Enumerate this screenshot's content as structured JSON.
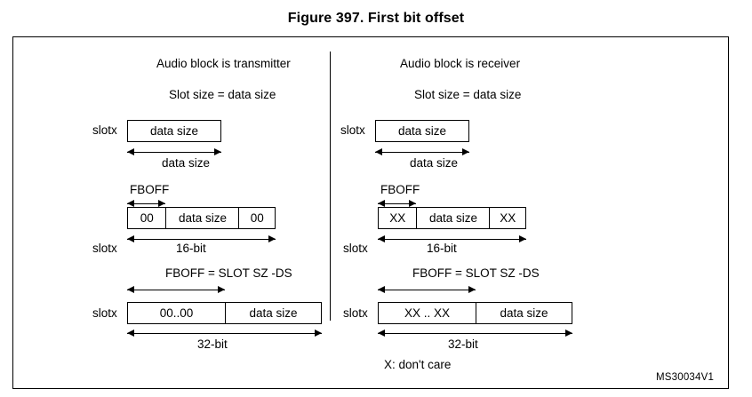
{
  "figure": {
    "title": "Figure 397. First bit offset",
    "watermark": "MS30034V1",
    "note": "X: don't care"
  },
  "panels": [
    {
      "id": "transmitter",
      "heading": "Audio block is transmitter",
      "subheading": "Slot size = data size",
      "rows": [
        {
          "id": "tx-row-1",
          "slot_label": "slotx",
          "cells": [
            "data size"
          ],
          "bottom_caption": "data size"
        },
        {
          "id": "tx-row-2",
          "slot_label": "slotx",
          "top_caption": "FBOFF",
          "cells": [
            "00",
            "data size",
            "00"
          ],
          "bottom_caption": "16-bit"
        },
        {
          "id": "tx-row-3",
          "slot_label": "slotx",
          "top_caption": "FBOFF = SLOT SZ -DS",
          "cells": [
            "00..00",
            "data size"
          ],
          "bottom_caption": "32-bit"
        }
      ]
    },
    {
      "id": "receiver",
      "heading": "Audio block is receiver",
      "subheading": "Slot size = data size",
      "rows": [
        {
          "id": "rx-row-1",
          "slot_label": "slotx",
          "cells": [
            "data size"
          ],
          "bottom_caption": "data size"
        },
        {
          "id": "rx-row-2",
          "slot_label": "slotx",
          "top_caption": "FBOFF",
          "cells": [
            "XX",
            "data size",
            "XX"
          ],
          "bottom_caption": "16-bit"
        },
        {
          "id": "rx-row-3",
          "slot_label": "slotx",
          "top_caption": "FBOFF = SLOT SZ -DS",
          "cells": [
            "XX .. XX",
            "data size"
          ],
          "bottom_caption": "32-bit"
        }
      ]
    }
  ]
}
